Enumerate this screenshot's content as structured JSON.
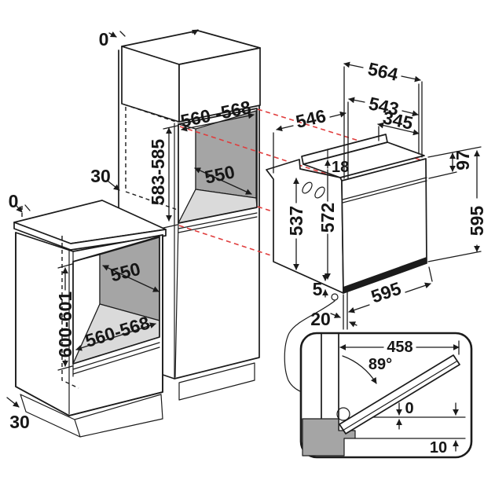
{
  "diagram": {
    "type": "built-in oven installation dimensions drawing",
    "colors": {
      "line": "#1b1b1b",
      "projection_dashed": "#e03c3c",
      "niche_back_panel": "#a5a5a5",
      "niche_floor": "#dadada",
      "background": "#ffffff"
    },
    "labels": {
      "upper_unit_gap": "0",
      "rear_wall_gap": "30",
      "column_niche_width": "560 -568",
      "column_niche_height": "583-585",
      "column_niche_depth": "550",
      "base_unit_gap": "0",
      "base_plinth_recess": "30",
      "base_niche_depth": "550",
      "base_niche_height": "600-601",
      "base_niche_width": "560-568",
      "oven_depth_total": "564",
      "oven_depth_body": "543",
      "oven_depth_clearance": "546",
      "oven_depth_345": "345",
      "oven_top_step": "18",
      "oven_side_height": "537",
      "oven_front_height": "572",
      "oven_panel_height": "97",
      "oven_total_height": "595",
      "oven_front_width": "595",
      "oven_foot_gap": "5",
      "oven_bottom_gap": "20"
    },
    "door_detail": {
      "door_width": "458",
      "opening_angle": "89°",
      "bottom_clearance": "0",
      "plinth_clearance": "10"
    }
  }
}
